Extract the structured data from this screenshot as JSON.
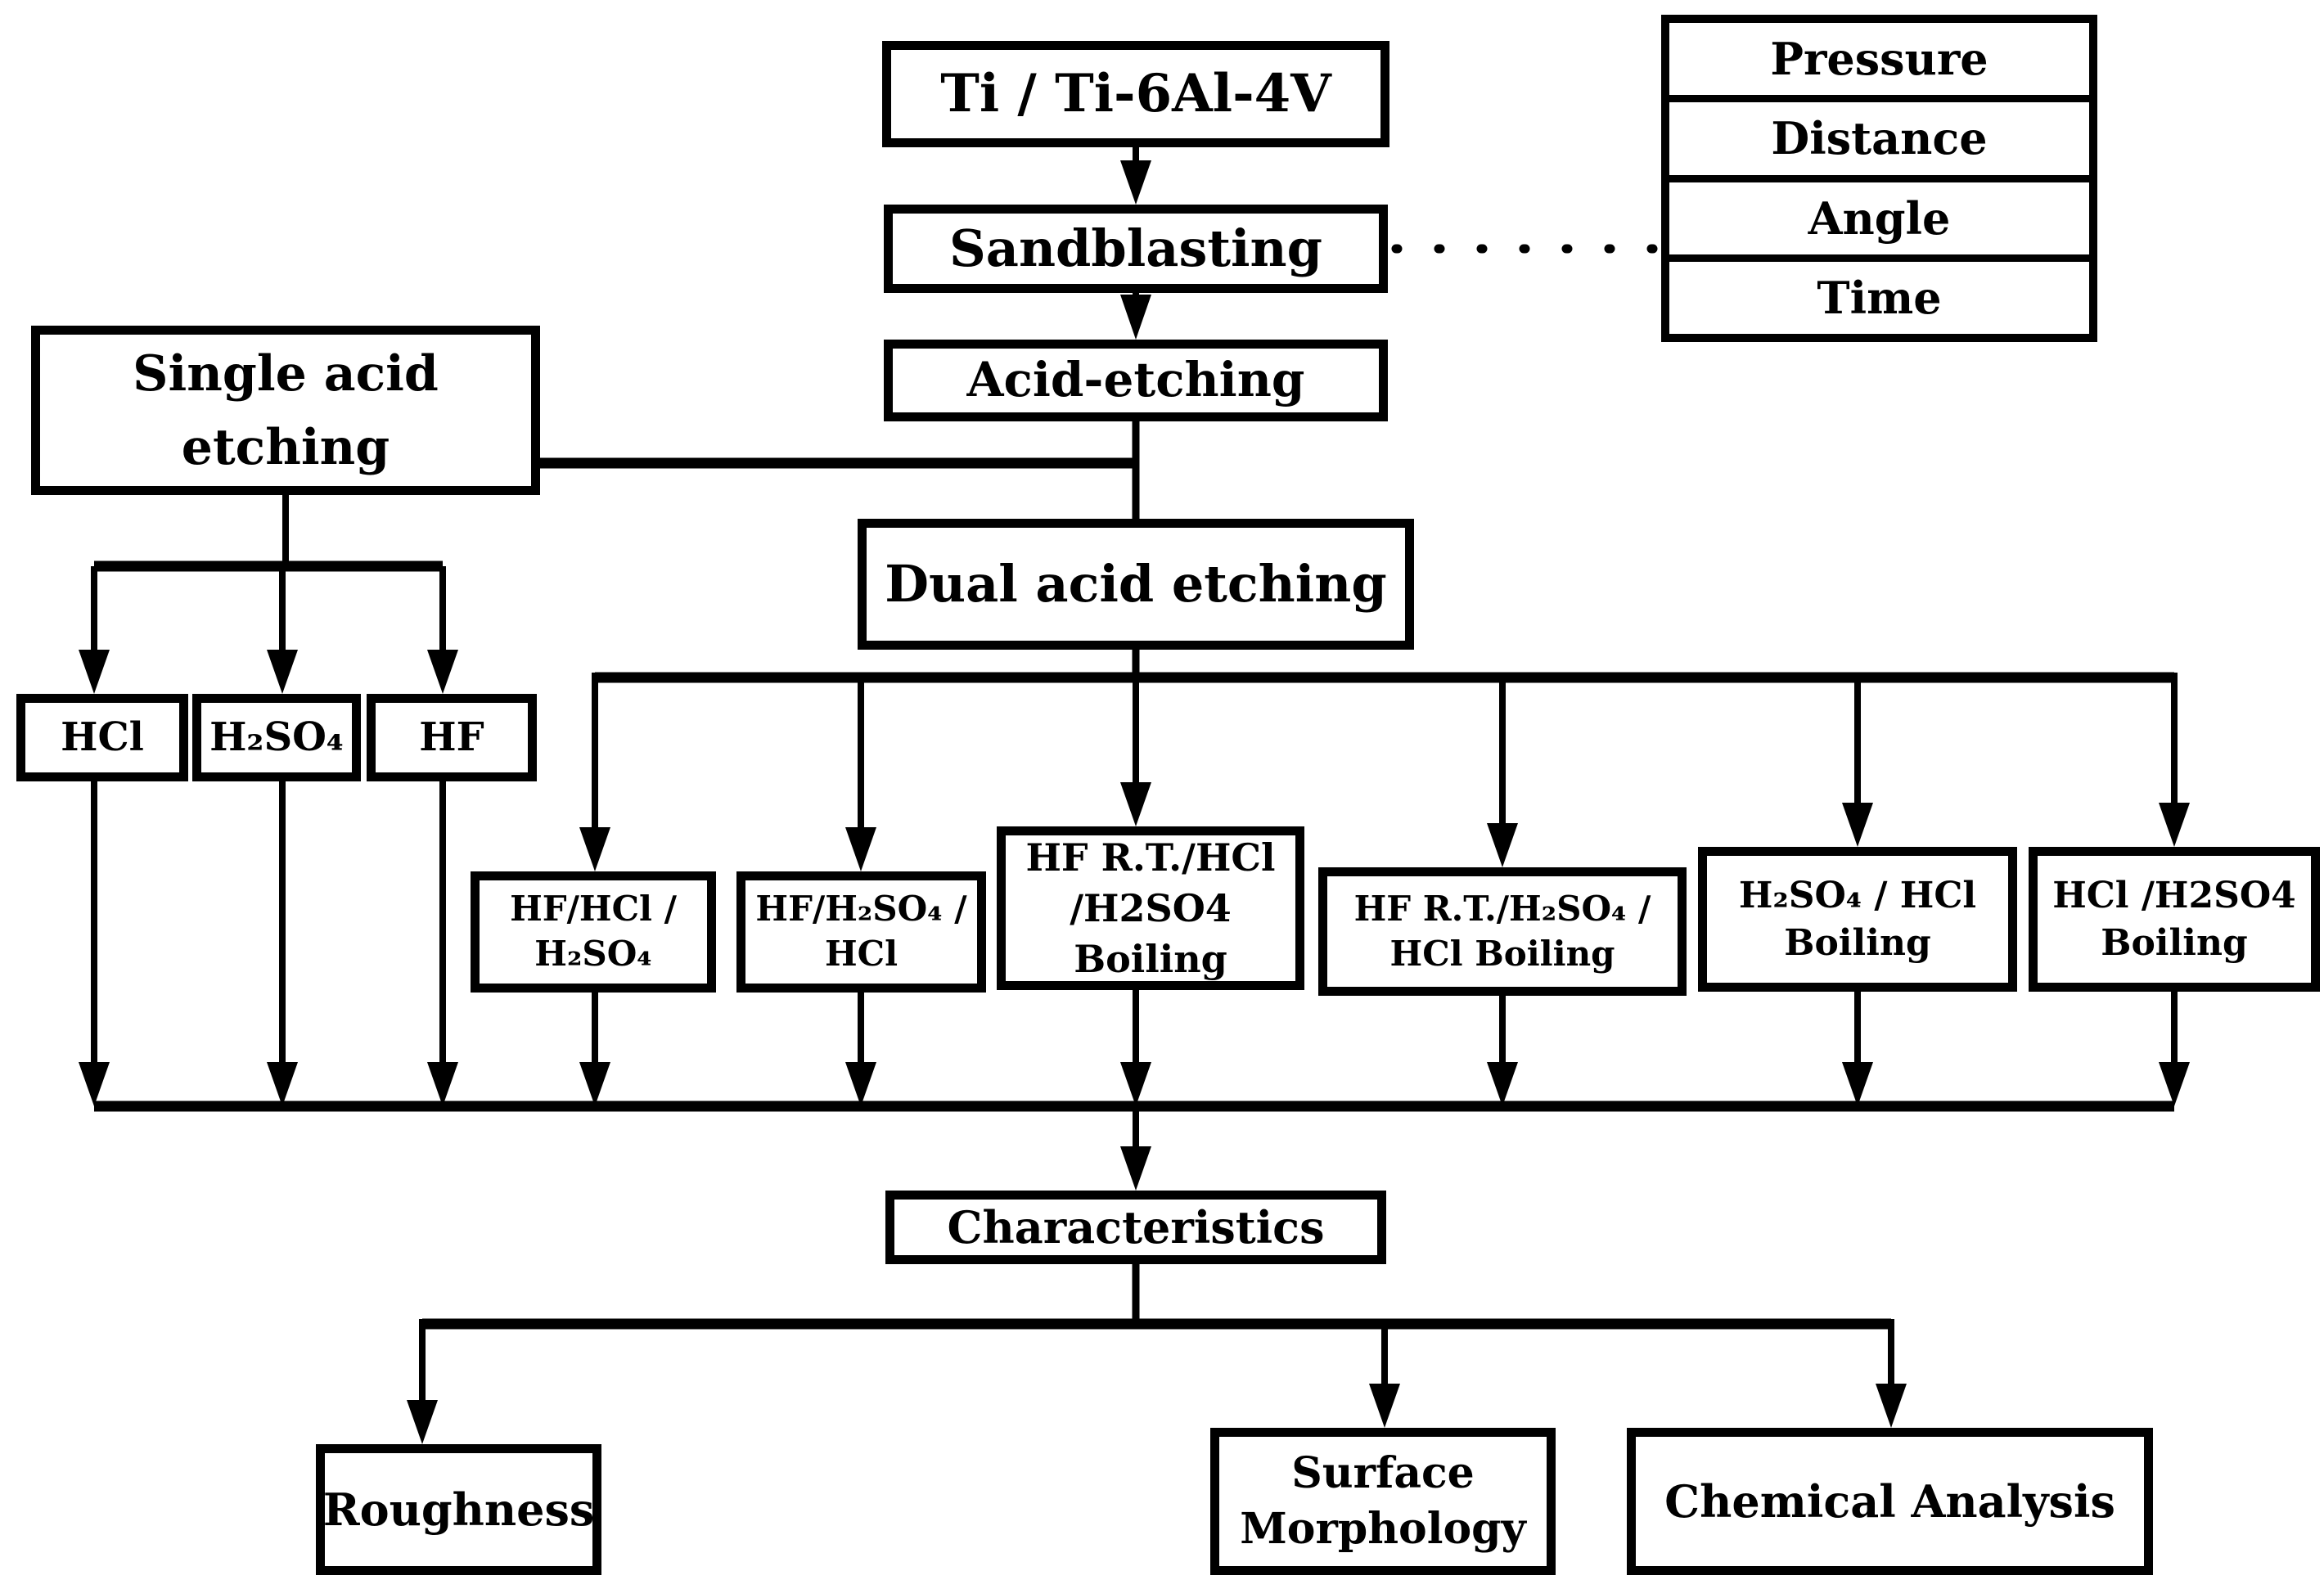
{
  "nodes": {
    "material": "Ti / Ti-6Al-4V",
    "sandblasting": "Sandblasting",
    "acid_etching": "Acid-etching",
    "single_acid_etching": "Single acid\netching",
    "dual_acid_etching": "Dual acid etching",
    "hcl": "HCl",
    "h2so4": "H₂SO₄",
    "hf": "HF",
    "dual1": "HF/HCl /\nH₂SO₄",
    "dual2": "HF/H₂SO₄ /\nHCl",
    "dual3": "HF R.T./HCl\n/H2SO4 Boiling",
    "dual4": "HF R.T./H₂SO₄ /\nHCl Boiling",
    "dual5": "H₂SO₄ / HCl\nBoiling",
    "dual6": "HCl /H2SO4\nBoiling",
    "characteristics": "Characteristics",
    "roughness": "Roughness",
    "surface_morphology": "Surface\nMorphology",
    "chemical_analysis": "Chemical Analysis"
  },
  "sandblasting_parameters": [
    "Pressure",
    "Distance",
    "Angle",
    "Time"
  ],
  "colors": {
    "line": "#000000",
    "background": "#ffffff"
  }
}
